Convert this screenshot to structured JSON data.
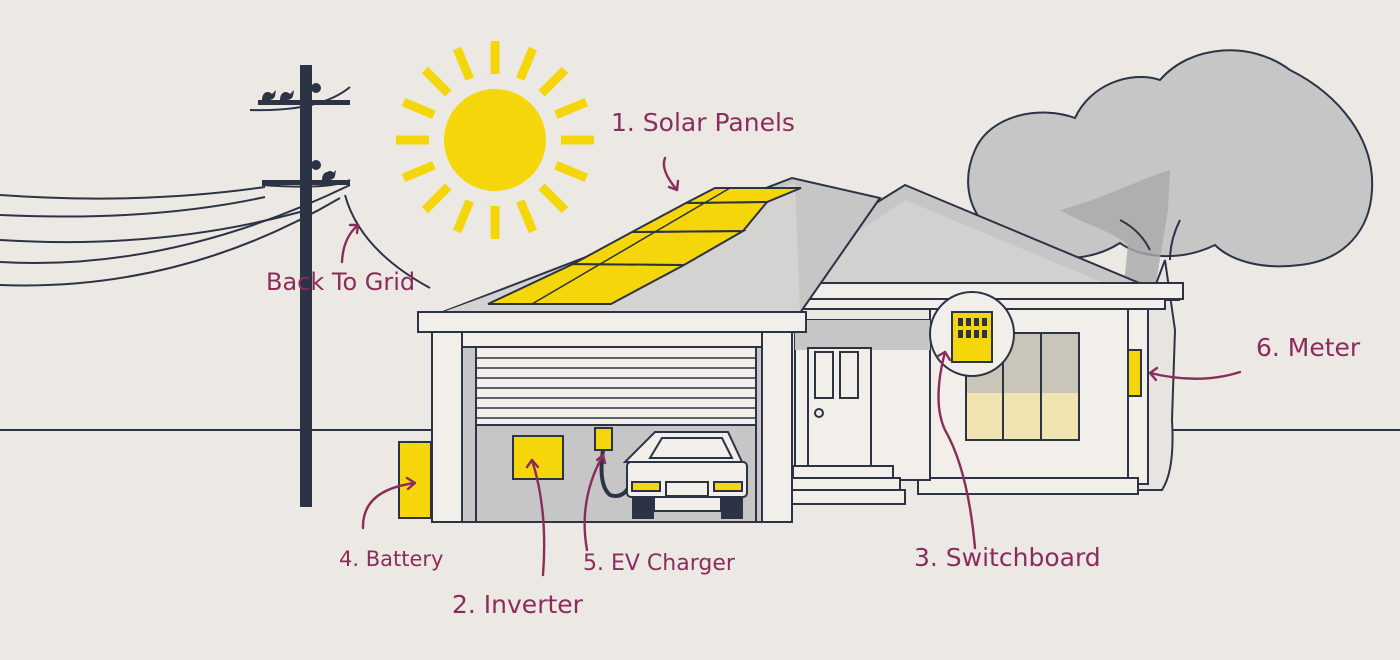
{
  "labels": {
    "solar_panels": "1. Solar Panels",
    "inverter": "2. Inverter",
    "switchboard": "3. Switchboard",
    "battery": "4. Battery",
    "ev_charger": "5. EV Charger",
    "meter": "6. Meter",
    "back_to_grid": "Back To Grid"
  },
  "colors": {
    "background": "#ece8e4",
    "outline": "#2b3345",
    "label": "#8b2d5c",
    "yellow": "#f4d60b",
    "shadow": "#c7c6c6",
    "house_wall": "#f2efea",
    "window_glow": "#efe4b2"
  }
}
